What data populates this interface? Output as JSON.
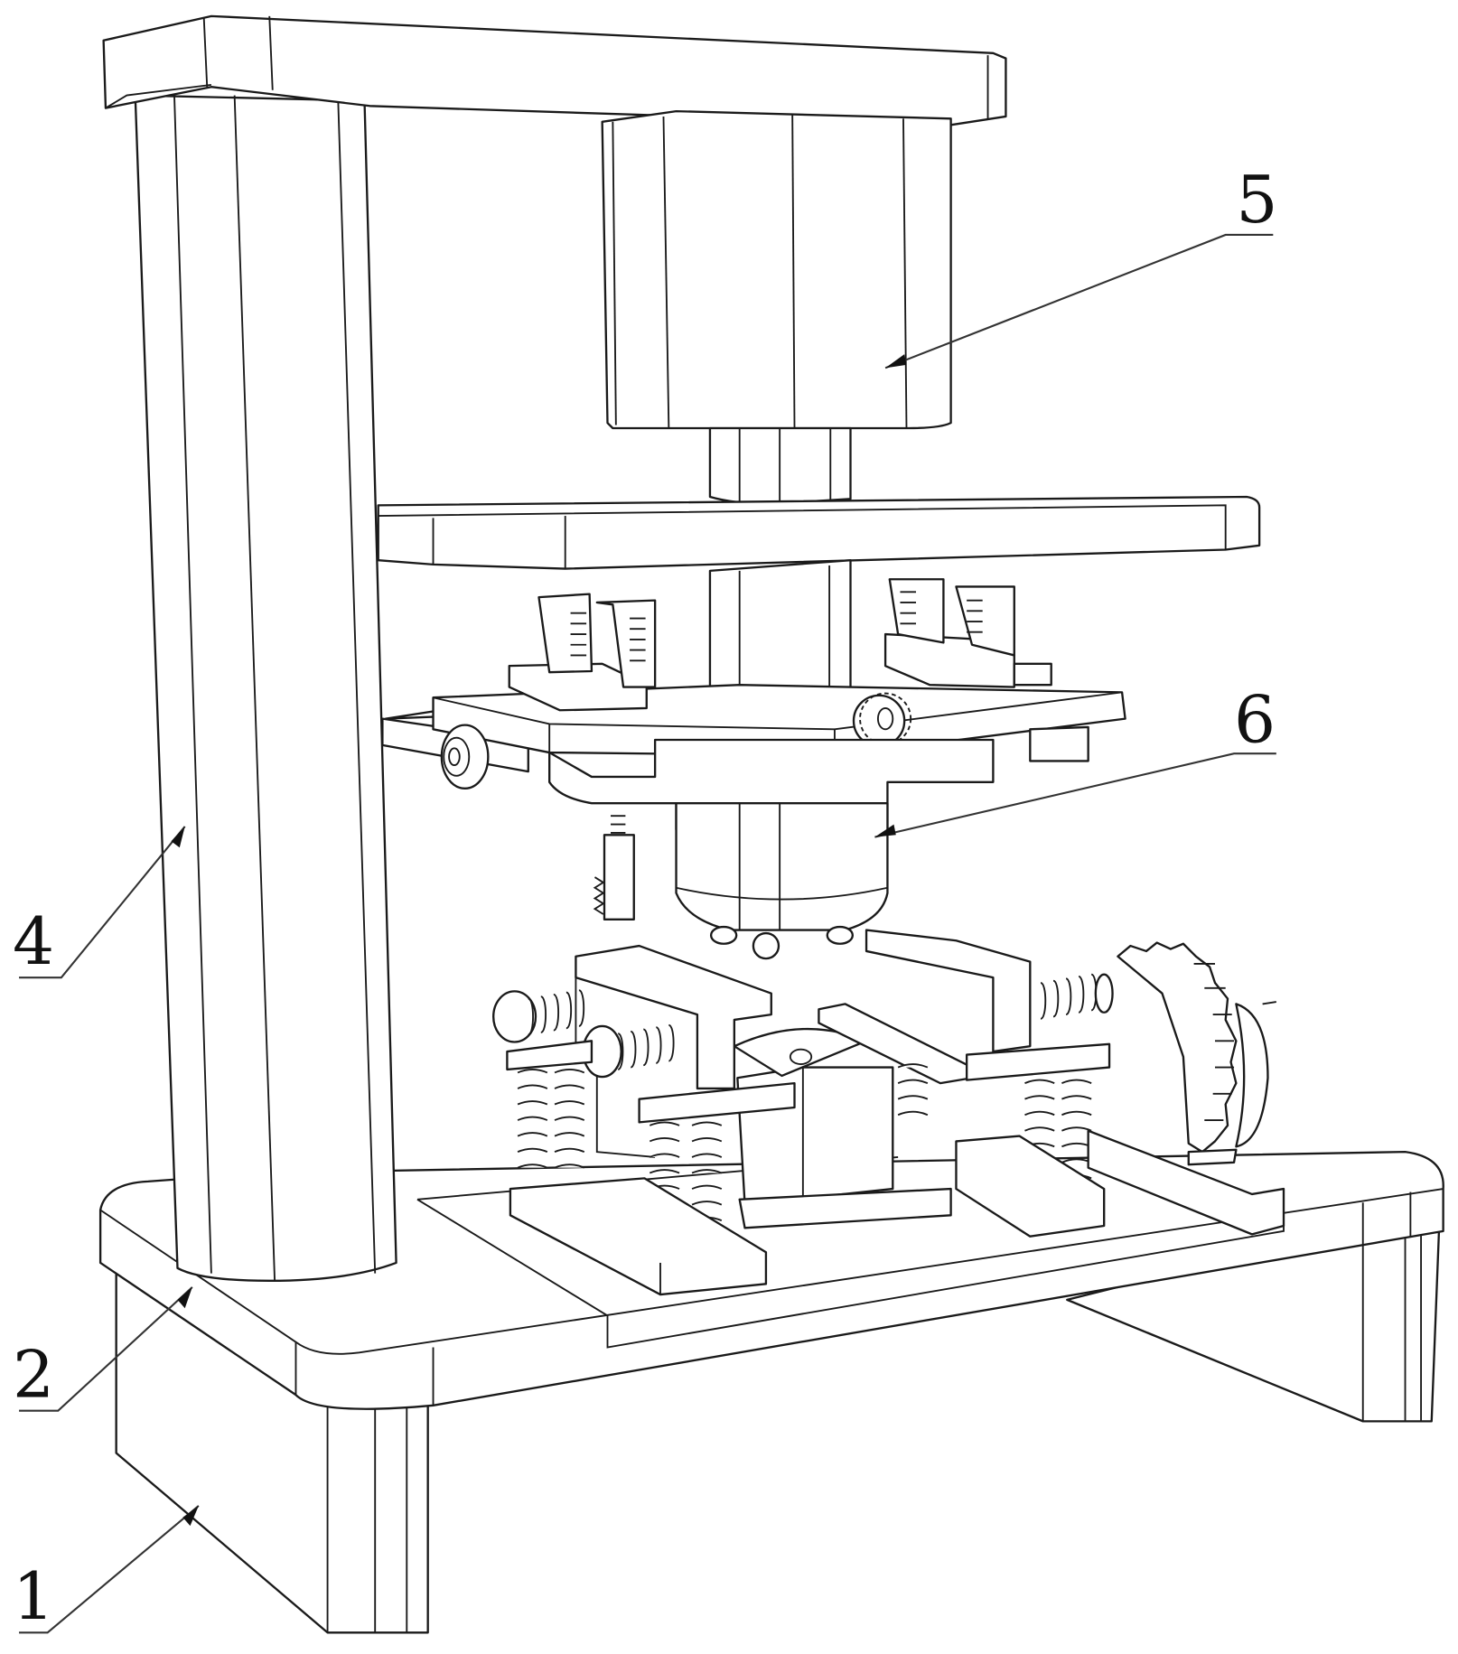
{
  "figure": {
    "type": "patent perspective line drawing",
    "subject": "mechanical apparatus with column frame, top motor, clamping platform and spring-loaded gripping assembly",
    "line_color": "#1a1a1a",
    "background": "#ffffff"
  },
  "callouts": [
    {
      "id": "1",
      "label": "1",
      "part": "support leg"
    },
    {
      "id": "2",
      "label": "2",
      "part": "base plate"
    },
    {
      "id": "4",
      "label": "4",
      "part": "vertical column"
    },
    {
      "id": "5",
      "label": "5",
      "part": "drive motor"
    },
    {
      "id": "6",
      "label": "6",
      "part": "lifting / clamping assembly"
    }
  ]
}
